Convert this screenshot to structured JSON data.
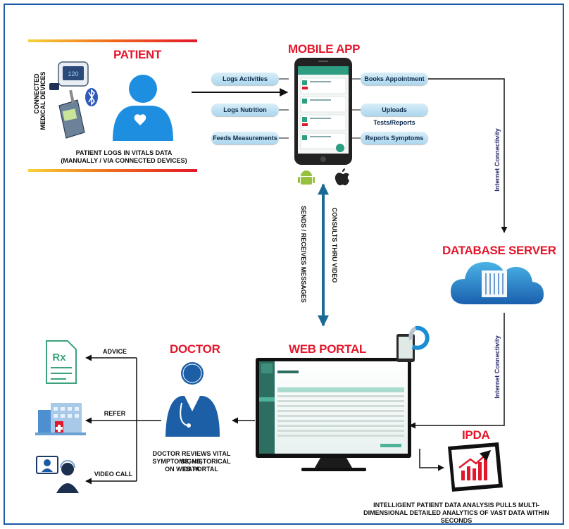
{
  "patient": {
    "title": "PATIENT",
    "devices_label_line1": "CONNECTED",
    "devices_label_line2": "MEDICAL DEVICES",
    "caption_line1": "PATIENT LOGS IN VITALS DATA",
    "caption_line2": "(MANUALLY / VIA CONNECTED DEVICES)"
  },
  "mobile_app": {
    "title": "MOBILE APP",
    "left_pills": [
      "Logs Activities",
      "Logs Nutrition",
      "Feeds Measurements"
    ],
    "right_pills": [
      "Books Appointment",
      "Uploads Tests/Reports",
      "Reports Symptoms"
    ]
  },
  "connections": {
    "internet_top": "Internet Connectivity",
    "internet_bottom": "Internet Connectivity",
    "consults_video": "CONSULTS THRU VIDEO",
    "sends_messages": "SENDS / RECEIVES MESSAGES"
  },
  "database_server": {
    "title": "DATABASE SERVER"
  },
  "web_portal": {
    "title": "WEB PORTAL"
  },
  "doctor": {
    "title": "DOCTOR",
    "caption_line1": "DOCTOR REVIEWS VITAL SIGNS,",
    "caption_line2": "SYMPTOMS, HISTORICAL DATA",
    "caption_line3": "ON WEB PORTAL"
  },
  "actions": {
    "advice": "ADVICE",
    "refer": "REFER",
    "video_call": "VIDEO CALL"
  },
  "ipda": {
    "title": "IPDA",
    "caption_line1": "INTELLIGENT PATIENT DATA ANALYSIS PULLS MULTI-",
    "caption_line2": "DIMENSIONAL DETAILED ANALYTICS OF VAST DATA WITHIN",
    "caption_line3": "SECONDS"
  },
  "colors": {
    "red": "#e3172b",
    "blue_frame": "#1c5aa6",
    "teal": "#0e7a9e",
    "pill": "#b6dcf0",
    "navy": "#2b2a6b"
  }
}
